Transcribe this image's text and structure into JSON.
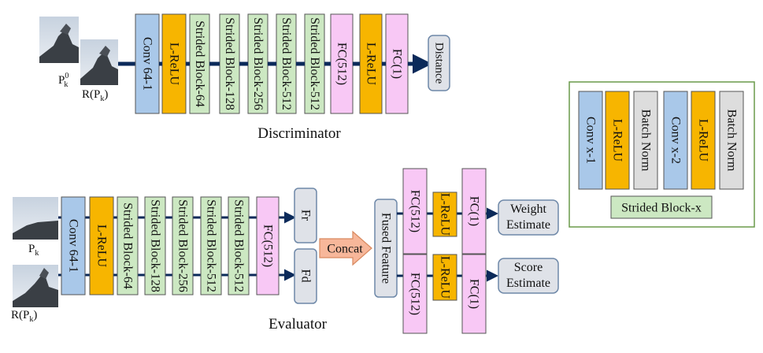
{
  "discriminator": {
    "caption": "Discriminator",
    "input_labels": {
      "p0_base": "P",
      "p0_sup": "0",
      "p0_sub": "k",
      "r": "R(P",
      "r_sub": "k",
      "r_close": ")"
    },
    "blocks": [
      {
        "label": "Conv 64-1",
        "color": "#a9c8e9"
      },
      {
        "label": "L-ReLU",
        "color": "#f7b500"
      },
      {
        "label": "Strided Block-64",
        "color": "#cce8c2"
      },
      {
        "label": "Strided Block-128",
        "color": "#cce8c2"
      },
      {
        "label": "Strided Block-256",
        "color": "#cce8c2"
      },
      {
        "label": "Strided Block-512",
        "color": "#cce8c2"
      },
      {
        "label": "Strided Block-512",
        "color": "#cce8c2"
      },
      {
        "label": "FC(512)",
        "color": "#f8c8f5"
      },
      {
        "label": "L-ReLU",
        "color": "#f7b500"
      },
      {
        "label": "FC(1)",
        "color": "#f8c8f5"
      }
    ],
    "output": {
      "label": "Distance",
      "color": "#dfe2e8"
    }
  },
  "evaluator": {
    "caption": "Evaluator",
    "input_labels": {
      "p": "P",
      "p_sub": "k",
      "r": "R(P",
      "r_sub": "k",
      "r_close": ")"
    },
    "blocks": [
      {
        "label": "Conv 64-1",
        "color": "#a9c8e9"
      },
      {
        "label": "L-ReLU",
        "color": "#f7b500"
      },
      {
        "label": "Strided Block-64",
        "color": "#cce8c2"
      },
      {
        "label": "Strided Block-128",
        "color": "#cce8c2"
      },
      {
        "label": "Strided Block-256",
        "color": "#cce8c2"
      },
      {
        "label": "Strided Block-512",
        "color": "#cce8c2"
      },
      {
        "label": "Strided Block-512",
        "color": "#cce8c2"
      },
      {
        "label": "FC(512)",
        "color": "#f8c8f5"
      }
    ],
    "feature_outputs": [
      {
        "label": "Fr"
      },
      {
        "label": "Fd"
      }
    ],
    "concat": {
      "label": "Concat",
      "color": "#f7b79a"
    },
    "fused": {
      "label": "Fused Feature"
    },
    "heads": [
      {
        "blocks": [
          {
            "label": "FC(512)",
            "color": "#f8c8f5"
          },
          {
            "label": "L-ReLU",
            "color": "#f7b500"
          },
          {
            "label": "FC(1)",
            "color": "#f8c8f5"
          }
        ],
        "output": {
          "line1": "Weight",
          "line2": "Estimate"
        }
      },
      {
        "blocks": [
          {
            "label": "FC(512)",
            "color": "#f8c8f5"
          },
          {
            "label": "L-ReLU",
            "color": "#f7b500"
          },
          {
            "label": "FC(1)",
            "color": "#f8c8f5"
          }
        ],
        "output": {
          "line1": "Score",
          "line2": "Estimate"
        }
      }
    ]
  },
  "strided_block": {
    "caption": "Strided Block-x",
    "blocks": [
      {
        "label": "Conv x-1",
        "color": "#a9c8e9"
      },
      {
        "label": "L-ReLU",
        "color": "#f7b500"
      },
      {
        "label": "Batch Norm",
        "color": "#dddddd"
      },
      {
        "label": "Conv x-2",
        "color": "#a9c8e9"
      },
      {
        "label": "L-ReLU",
        "color": "#f7b500"
      },
      {
        "label": "Batch Norm",
        "color": "#dddddd"
      }
    ],
    "border_color": "#6a9a4a",
    "caption_color": "#cce8c2"
  },
  "colors": {
    "arrow": "#0b2a5a",
    "stroke": "#555555",
    "fusedStroke": "#6e88a8"
  }
}
